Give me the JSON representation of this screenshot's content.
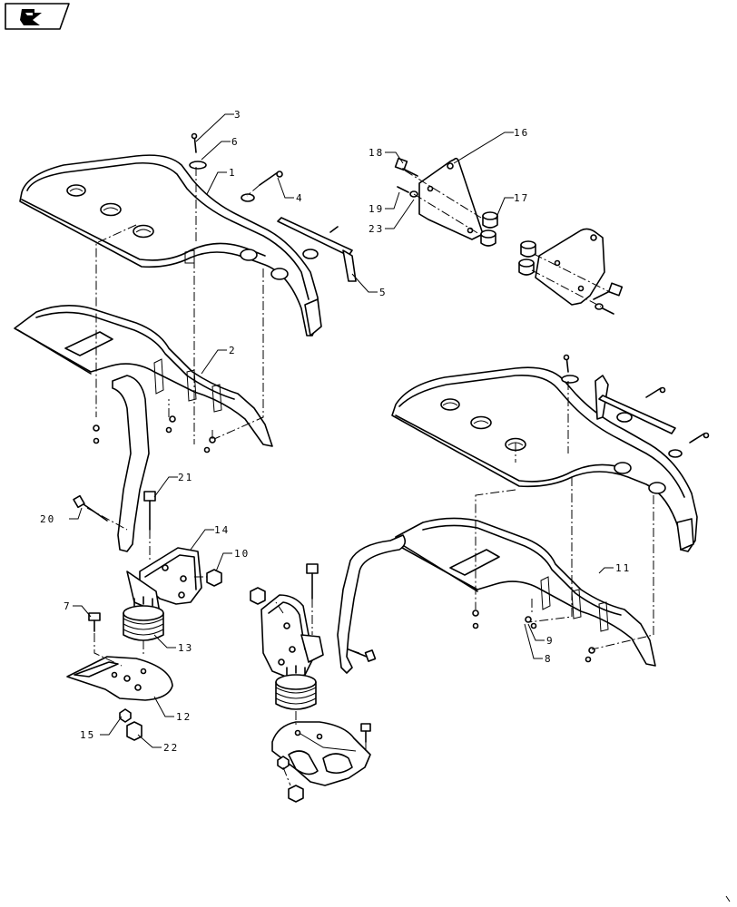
{
  "nav": {
    "icon": "back-arrow-icon"
  },
  "callouts": {
    "c1": "1",
    "c2": "2",
    "c3": "3",
    "c4": "4",
    "c5": "5",
    "c6": "6",
    "c7": "7",
    "c8": "8",
    "c9": "9",
    "c10": "10",
    "c11": "11",
    "c12": "12",
    "c13": "13",
    "c14": "14",
    "c15": "15",
    "c16": "16",
    "c17": "17",
    "c18": "18",
    "c19": "19",
    "c20": "20",
    "c21": "21",
    "c22": "22",
    "c23": "23"
  }
}
